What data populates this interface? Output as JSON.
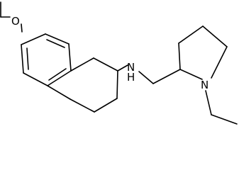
{
  "molecule": {
    "atoms": {
      "oxygen": "O",
      "amine_nitrogen": "N",
      "amine_hydrogen": "H",
      "ring_nitrogen": "N"
    }
  }
}
